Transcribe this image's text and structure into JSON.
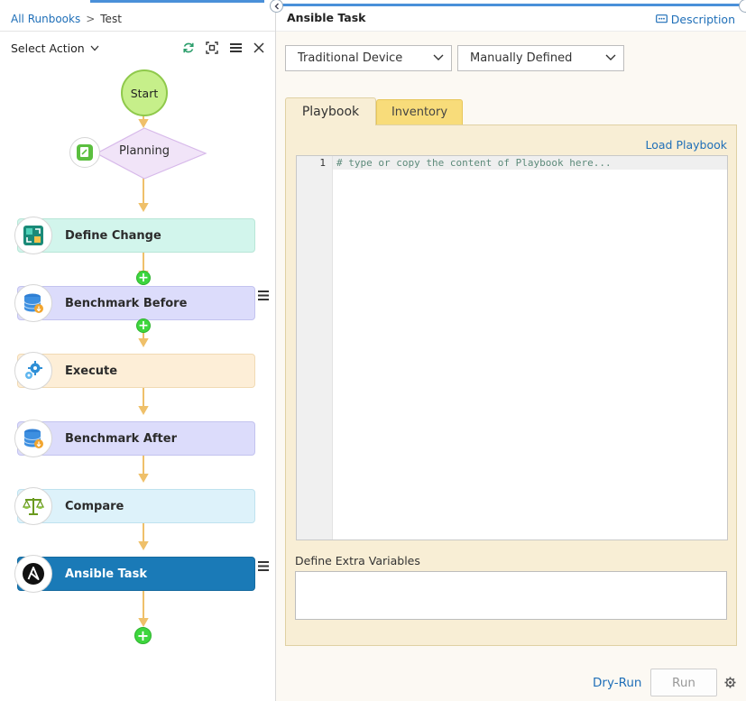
{
  "breadcrumb": {
    "root": "All Runbooks",
    "separator": ">",
    "current": "Test"
  },
  "toolbar": {
    "select_action": "Select Action"
  },
  "flow": {
    "start": "Start",
    "planning": "Planning",
    "steps": [
      {
        "label": "Define Change",
        "color": "#d2f5ec"
      },
      {
        "label": "Benchmark Before",
        "color": "#dcdcfb"
      },
      {
        "label": "Execute",
        "color": "#fdeed7"
      },
      {
        "label": "Benchmark After",
        "color": "#dcdcfb"
      },
      {
        "label": "Compare",
        "color": "#ddf2fa"
      },
      {
        "label": "Ansible Task",
        "color": "#1a7ab7"
      }
    ]
  },
  "panel": {
    "title": "Ansible Task",
    "description": "Description",
    "device_select": "Traditional Device",
    "source_select": "Manually Defined",
    "tabs": {
      "playbook": "Playbook",
      "inventory": "Inventory"
    },
    "load_playbook": "Load Playbook",
    "editor": {
      "line_number": "1",
      "placeholder": "# type or copy the content of Playbook here..."
    },
    "extra_vars_label": "Define Extra Variables",
    "dry_run": "Dry-Run",
    "run": "Run"
  },
  "colors": {
    "link": "#1f6fb8",
    "active_step": "#1a7ab7",
    "connector": "#efc06a",
    "add": "#3dd63d"
  }
}
